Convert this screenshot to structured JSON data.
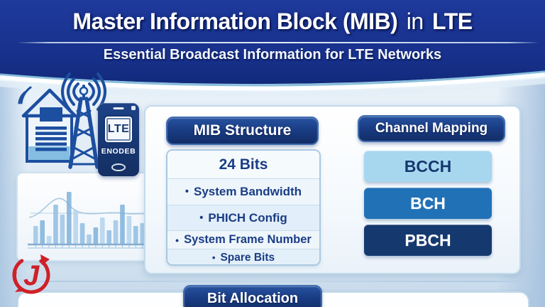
{
  "header": {
    "title_part1": "Master Information Block (MIB)",
    "title_part2": "in",
    "title_part3": "LTE",
    "subtitle": "Essential Broadcast Information for LTE Networks"
  },
  "illustration": {
    "phone_screen_label": "LTE",
    "phone_device_label": "ENODEB"
  },
  "mib_structure": {
    "header": "MIB Structure",
    "size_label": "24 Bits",
    "bullet": "•",
    "fields": [
      "System Bandwidth",
      "PHICH Config",
      "System Frame Number",
      "Spare Bits"
    ]
  },
  "channel_mapping": {
    "header": "Channel Mapping",
    "channels": [
      {
        "label": "BCCH",
        "bg": "#a6d7ef",
        "fg": "#15386f"
      },
      {
        "label": "BCH",
        "bg": "#2171b7",
        "fg": "#ffffff"
      },
      {
        "label": "PBCH",
        "bg": "#15386f",
        "fg": "#ffffff"
      }
    ]
  },
  "bit_allocation": {
    "header": "Bit Allocation"
  },
  "logo": {
    "letter": "J",
    "color": "#ce2127"
  },
  "colors": {
    "banner_navy": "#1a338f",
    "pill_navy": "#1a3d85",
    "navy_text": "#1a3d85",
    "panel_border": "#c3daeb",
    "background_light_blue": "#dce9f4",
    "illustration_navy": "#1d4fa0",
    "logo_red": "#ce2127"
  },
  "chart_decoration": {
    "type": "bar",
    "note_visible_values": "decorative miniature bar chart, no labeled values",
    "bar_heights": [
      26,
      34,
      12,
      56,
      42,
      74,
      48,
      30,
      14,
      24,
      38,
      20,
      34,
      56,
      40,
      26,
      30,
      22
    ]
  }
}
